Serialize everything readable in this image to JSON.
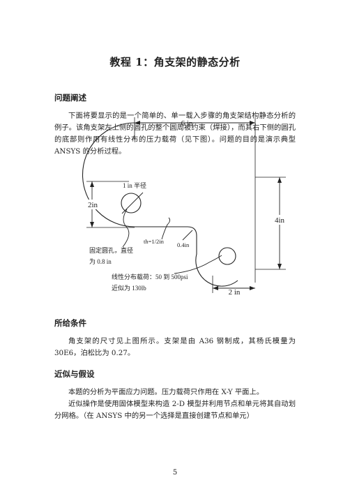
{
  "title": "教程 1：角支架的静态分析",
  "sections": {
    "problem": {
      "heading": "问题阐述",
      "text": "下面将要显示的是一个简单的、单一载入步骤的角支架结构静态分析的例子。该角支架左上侧的圆孔的整个圆周被约束（焊接），而其右下侧的圆孔的底部则作用有线性分布的压力载荷（见下图）。问题的目的是演示典型 ANSYS 的分析过程。"
    },
    "given": {
      "heading": "所给条件",
      "text": "角支架的尺寸见上图所示。支架是由 A36 钢制成，其杨氏模量为 30E6，泊松比为 0.27。"
    },
    "approx": {
      "heading": "近似与假设",
      "line1": "本题的分析为平面应力问题。压力载荷只作用在 X-Y 平面上。",
      "line2": "近似操作是使用固体模型来构造 2-D 模型并利用节点和单元将其自动划分网格。（在 ANSYS 中的另一个选择是直接创建节点和单元）"
    }
  },
  "figure": {
    "dim_width": "6 in",
    "dim_left_height": "2in",
    "dim_right_height": "4in",
    "dim_bottom": "2 in",
    "radius_label": "1 in 半径",
    "thickness_label": "th=1/2in",
    "fillet_label": "0.4in",
    "fixed_hole_line1": "固定圆孔，直径",
    "fixed_hole_line2": "为 0.8 in",
    "load_line1": "线性分布载荷：50  到  500psi",
    "load_line2": "近似为 130lb"
  },
  "page_number": "5"
}
